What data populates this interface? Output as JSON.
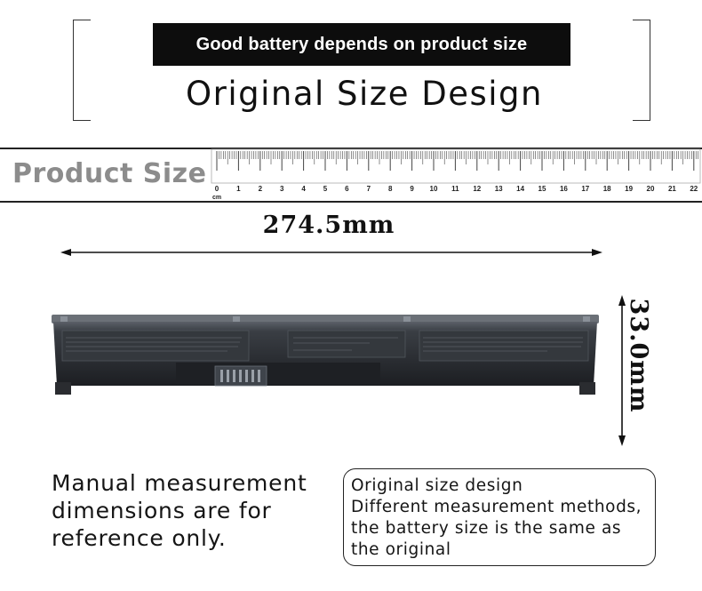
{
  "header": {
    "banner_text": "Good battery depends on product size",
    "headline": "Original Size Design"
  },
  "product_size": {
    "label": "Product Size",
    "ruler_unit": "cm",
    "ruler_numbers": [
      "0",
      "1",
      "2",
      "3",
      "4",
      "5",
      "6",
      "7",
      "8",
      "9",
      "10",
      "11",
      "12",
      "13",
      "14",
      "15",
      "16",
      "17",
      "18",
      "19",
      "20",
      "21",
      "22"
    ]
  },
  "dimensions": {
    "length": "274.5mm",
    "height": "33.0mm"
  },
  "notes": {
    "left": [
      "Manual measurement",
      "dimensions are for",
      "reference only."
    ],
    "box": [
      "Original size design",
      "Different measurement methods,",
      "the battery size is the same as",
      "the original"
    ]
  },
  "colors": {
    "banner_bg": "#0d0d0d",
    "product_size_text": "#8c8c8c",
    "battery_body": "#2b2e33"
  }
}
